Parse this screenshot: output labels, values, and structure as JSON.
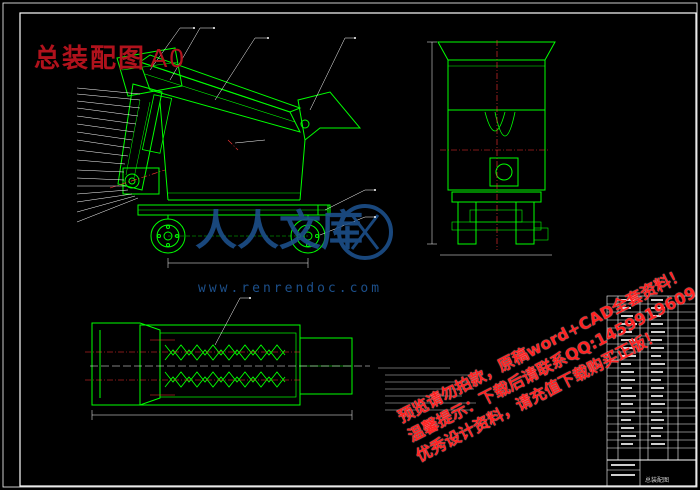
{
  "stamp": {
    "title": "总装配图",
    "size": "A0"
  },
  "watermark": {
    "logo_text": "人人文库",
    "url": "www.renrendoc.com"
  },
  "promo_lines": [
    "预览请勿拍款，原稿word+CAD全套资料！",
    "温馨提示：下载后请联系QQ:1459919609",
    "优秀设计资料，请充值下载购买正版！"
  ],
  "title_block": {
    "drawing_name": "总装配图"
  },
  "colors": {
    "background": "#000000",
    "frame": "#ffffff",
    "outline": "#00ff00",
    "centerline": "#ff3333",
    "leader": "#ffffff",
    "stamp": "#b0121c",
    "watermark": "#1c4f8a",
    "promo": "#ff2222"
  }
}
